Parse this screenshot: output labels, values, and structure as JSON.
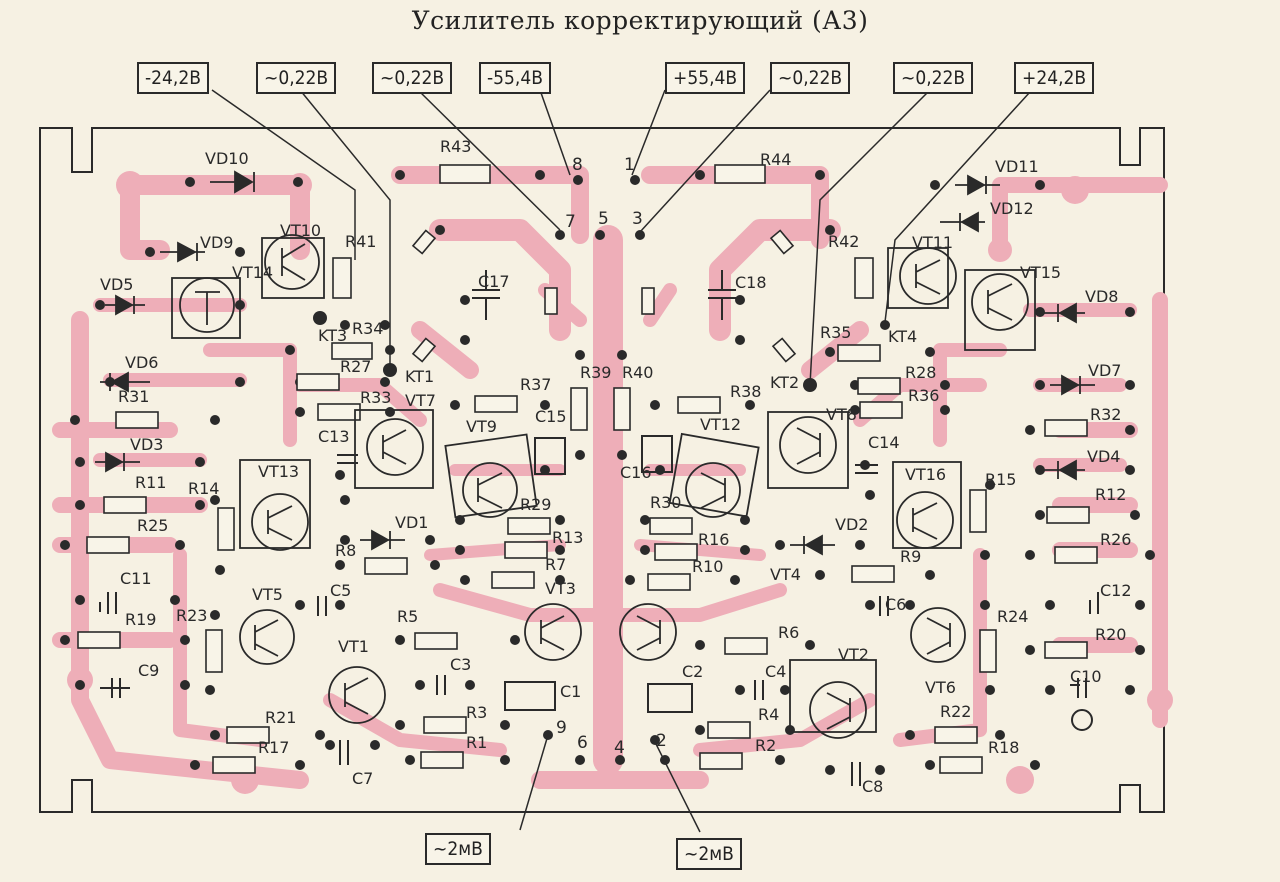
{
  "title": "Усилитель корректирующий (А3)",
  "voltage_labels": {
    "v1": "-24,2В",
    "v2": "~0,22В",
    "v3": "~0,22В",
    "v4": "-55,4В",
    "v5": "+55,4В",
    "v6": "~0,22В",
    "v7": "~0,22В",
    "v8": "+24,2В",
    "v9": "~2мВ",
    "v10": "~2мВ"
  },
  "components": {
    "vd10": "VD10",
    "vd9": "VD9",
    "vd5": "VD5",
    "vd6": "VD6",
    "vd3": "VD3",
    "vd1": "VD1",
    "vd11": "VD11",
    "vd12": "VD12",
    "vd8": "VD8",
    "vd7": "VD7",
    "vd4": "VD4",
    "vd2": "VD2",
    "vt10": "VT10",
    "vt14": "VT14",
    "vt13": "VT13",
    "vt5": "VT5",
    "vt1": "VT1",
    "vt7": "VT7",
    "vt9": "VT9",
    "vt3": "VT3",
    "vt11": "VT11",
    "vt15": "VT15",
    "vt8": "VT8",
    "vt12": "VT12",
    "vt16": "VT16",
    "vt4": "VT4",
    "vt6": "VT6",
    "vt2": "VT2",
    "r43": "R43",
    "r44": "R44",
    "r41": "R41",
    "r42": "R42",
    "r34": "R34",
    "r35": "R35",
    "r27": "R27",
    "r28": "R28",
    "r33": "R33",
    "r36": "R36",
    "r37": "R37",
    "r38": "R38",
    "r39": "R39",
    "r40": "R40",
    "r31": "R31",
    "r32": "R32",
    "r11": "R11",
    "r12": "R12",
    "r14": "R14",
    "r15": "R15",
    "r25": "R25",
    "r26": "R26",
    "r29": "R29",
    "r30": "R30",
    "r13": "R13",
    "r16": "R16",
    "r7": "R7",
    "r10": "R10",
    "r8": "R8",
    "r9": "R9",
    "r5": "R5",
    "r6": "R6",
    "r19": "R19",
    "r20": "R20",
    "r23": "R23",
    "r24": "R24",
    "r3": "R3",
    "r4": "R4",
    "r1": "R1",
    "r2": "R2",
    "r21": "R21",
    "r22": "R22",
    "r17": "R17",
    "r18": "R18",
    "c17": "C17",
    "c18": "C18",
    "c15": "C15",
    "c16": "C16",
    "c13": "C13",
    "c14": "C14",
    "c11": "C11",
    "c12": "C12",
    "c5": "C5",
    "c6": "C6",
    "c9": "C9",
    "c10": "C10",
    "c3": "C3",
    "c4": "C4",
    "c1": "C1",
    "c2": "C2",
    "c7": "C7",
    "c8": "C8",
    "kt1": "KT1",
    "kt2": "KT2",
    "kt3": "KT3",
    "kt4": "KT4"
  },
  "pins": {
    "p1": "1",
    "p2": "2",
    "p3": "3",
    "p4": "4",
    "p5": "5",
    "p6": "6",
    "p7": "7",
    "p8": "8",
    "p9": "9"
  },
  "colors": {
    "copper": "#eeaeb8",
    "ink": "#2a2a2a",
    "paper": "#f6f1e3"
  }
}
